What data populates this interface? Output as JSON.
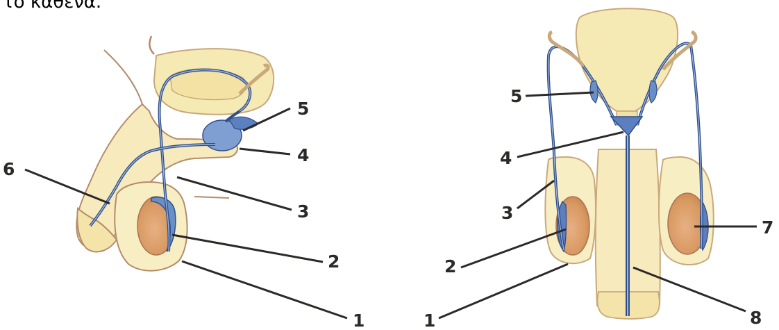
{
  "header_text": "το καθένα.",
  "side_view": {
    "labels": [
      "5",
      "4",
      "6",
      "3",
      "2",
      "1"
    ]
  },
  "front_view": {
    "labels": [
      "5",
      "4",
      "3",
      "7",
      "2",
      "1",
      "8"
    ]
  },
  "colors": {
    "tissue": "#f5e9b4",
    "tissue_outline": "#c9a87a",
    "testis": "#dfa070",
    "duct_blue": "#6a8fc6",
    "duct_dark": "#2f4f8a",
    "label": "#2b2a28"
  }
}
